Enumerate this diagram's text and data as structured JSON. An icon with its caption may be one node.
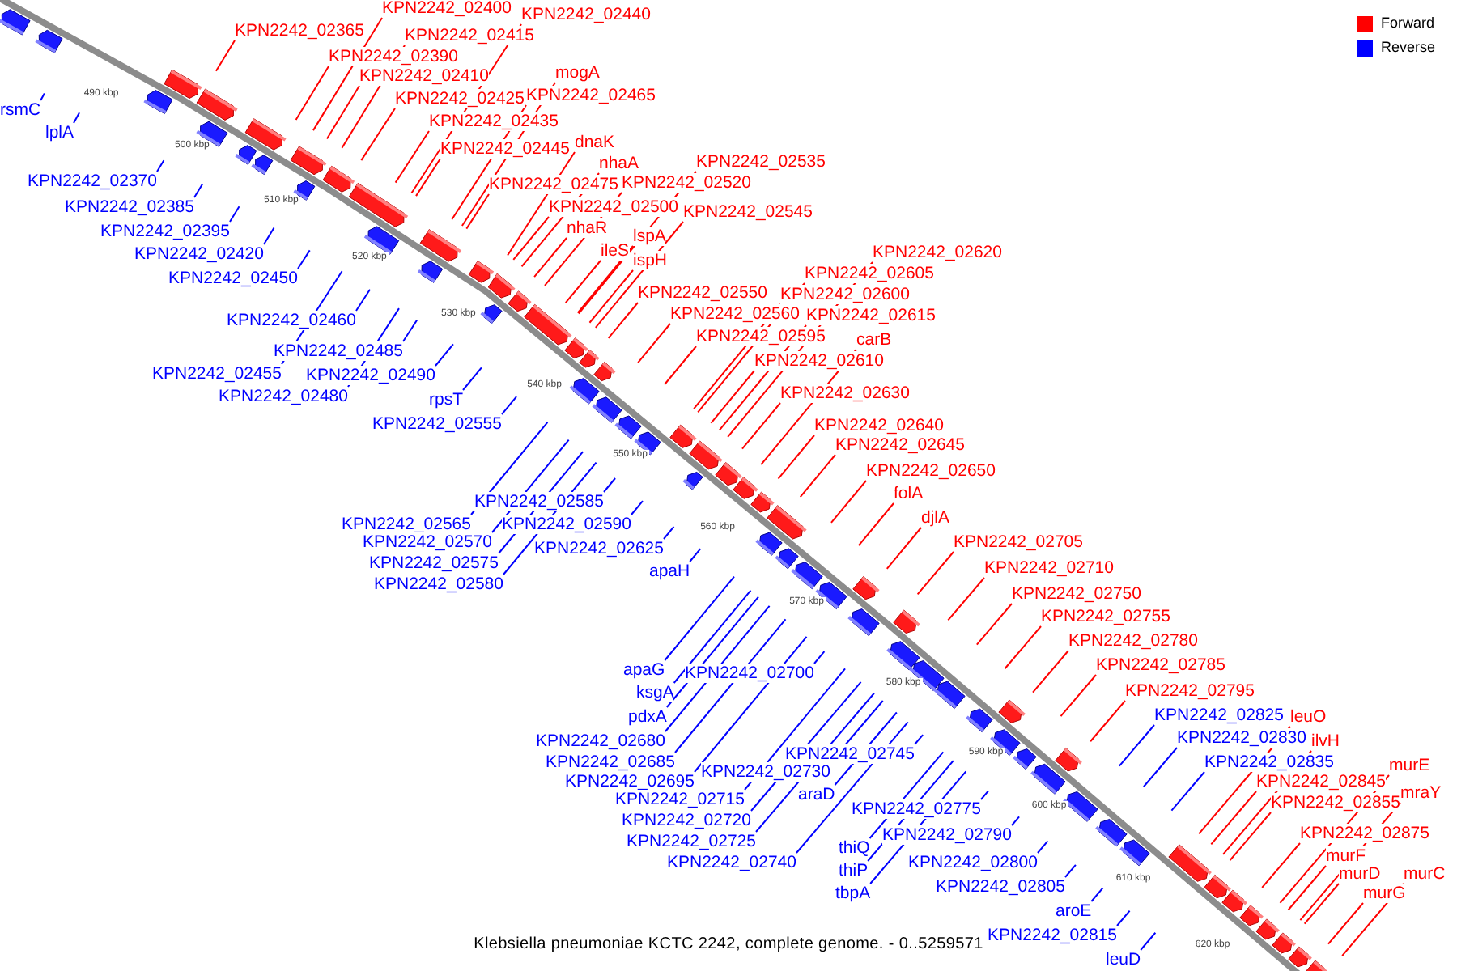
{
  "diagram": {
    "caption": "Klebsiella pneumoniae KCTC 2242, complete genome. - 0..5259571",
    "nodes": [
      {
        "text": [
          "KPN2242_02400"
        ]
      },
      {
        "text": [
          "KPN2242_02440"
        ]
      },
      {
        "text": [
          "KPN2242_02365"
        ]
      },
      {
        "text": [
          "KPN2242_02415"
        ]
      },
      {
        "text": [
          "KPN2242_02390"
        ]
      },
      {
        "text": [
          "KPN2242_02410"
        ]
      },
      {
        "text": [
          "mogA"
        ]
      },
      {
        "text": [
          "KPN2242_02425"
        ]
      },
      {
        "text": [
          "KPN2242_02465"
        ]
      },
      {
        "text": [
          "KPN2242_02435"
        ]
      },
      {
        "text": [
          "KPN2242_02445"
        ]
      },
      {
        "text": [
          "dnaK"
        ]
      },
      {
        "text": [
          "nhaA"
        ]
      },
      {
        "text": [
          "KPN2242_02475"
        ]
      },
      {
        "text": [
          "KPN2242_02520"
        ]
      },
      {
        "text": [
          "KPN2242_02535"
        ]
      },
      {
        "text": [
          "KPN2242_02500"
        ]
      },
      {
        "text": [
          "KPN2242_02545"
        ]
      },
      {
        "text": [
          "nhaR"
        ]
      },
      {
        "text": [
          "ileS"
        ]
      },
      {
        "text": [
          "lspA"
        ]
      },
      {
        "text": [
          "ispH"
        ]
      },
      {
        "text": [
          "KPN2242_02550"
        ]
      },
      {
        "text": [
          "KPN2242_02560"
        ]
      },
      {
        "text": [
          "KPN2242_02620"
        ]
      },
      {
        "text": [
          "KPN2242_02605"
        ]
      },
      {
        "text": [
          "KPN2242_02600"
        ]
      },
      {
        "text": [
          "KPN2242_02615"
        ]
      },
      {
        "text": [
          "KPN2242_02595"
        ]
      },
      {
        "text": [
          "carB"
        ]
      },
      {
        "text": [
          "KPN2242_02610"
        ]
      },
      {
        "text": [
          "KPN2242_02630"
        ]
      },
      {
        "text": [
          "KPN2242_02640"
        ]
      },
      {
        "text": [
          "KPN2242_02645"
        ]
      },
      {
        "text": [
          "KPN2242_02650"
        ]
      },
      {
        "text": [
          "folA"
        ]
      },
      {
        "text": [
          "djlA"
        ]
      },
      {
        "text": [
          "KPN2242_02705"
        ]
      },
      {
        "text": [
          "KPN2242_02710"
        ]
      },
      {
        "text": [
          "KPN2242_02750"
        ]
      },
      {
        "text": [
          "KPN2242_02755"
        ]
      },
      {
        "text": [
          "KPN2242_02780"
        ]
      },
      {
        "text": [
          "KPN2242_02785"
        ]
      },
      {
        "text": [
          "KPN2242_02795"
        ]
      },
      {
        "text": [
          "leuO"
        ]
      },
      {
        "text": [
          "ilvH"
        ]
      },
      {
        "text": [
          "murE"
        ]
      },
      {
        "text": [
          "KPN2242_02845"
        ]
      },
      {
        "text": [
          "mraY"
        ]
      },
      {
        "text": [
          "KPN2242_02855"
        ]
      },
      {
        "text": [
          "KPN2242_02875"
        ]
      },
      {
        "text": [
          "murF"
        ]
      },
      {
        "text": [
          "murD"
        ]
      },
      {
        "text": [
          "murC"
        ]
      },
      {
        "text": [
          "murG"
        ]
      },
      {
        "text": [
          "rsmC"
        ]
      },
      {
        "text": [
          "lplA"
        ]
      },
      {
        "text": [
          "KPN2242_02370"
        ]
      },
      {
        "text": [
          "KPN2242_02385"
        ]
      },
      {
        "text": [
          "KPN2242_02395"
        ]
      },
      {
        "text": [
          "KPN2242_02420"
        ]
      },
      {
        "text": [
          "KPN2242_02450"
        ]
      },
      {
        "text": [
          "KPN2242_02460"
        ]
      },
      {
        "text": [
          "KPN2242_02485"
        ]
      },
      {
        "text": [
          "KPN2242_02455"
        ]
      },
      {
        "text": [
          "KPN2242_02490"
        ]
      },
      {
        "text": [
          "KPN2242_02480"
        ]
      },
      {
        "text": [
          "rpsT"
        ]
      },
      {
        "text": [
          "KPN2242_02555"
        ]
      },
      {
        "text": [
          "KPN2242_02585"
        ]
      },
      {
        "text": [
          "KPN2242_02565"
        ]
      },
      {
        "text": [
          "KPN2242_02590"
        ]
      },
      {
        "text": [
          "KPN2242_02570"
        ]
      },
      {
        "text": [
          "KPN2242_02625"
        ]
      },
      {
        "text": [
          "KPN2242_02575"
        ]
      },
      {
        "text": [
          "KPN2242_02580"
        ]
      },
      {
        "text": [
          "apaH"
        ]
      },
      {
        "text": [
          "apaG"
        ]
      },
      {
        "text": [
          "KPN2242_02700"
        ]
      },
      {
        "text": [
          "ksgA"
        ]
      },
      {
        "text": [
          "pdxA"
        ]
      },
      {
        "text": [
          "KPN2242_02680"
        ]
      },
      {
        "text": [
          "KPN2242_02685"
        ]
      },
      {
        "text": [
          "KPN2242_02745"
        ]
      },
      {
        "text": [
          "KPN2242_02730"
        ]
      },
      {
        "text": [
          "KPN2242_02695"
        ]
      },
      {
        "text": [
          "araD"
        ]
      },
      {
        "text": [
          "KPN2242_02715"
        ]
      },
      {
        "text": [
          "KPN2242_02775"
        ]
      },
      {
        "text": [
          "KPN2242_02720"
        ]
      },
      {
        "text": [
          "KPN2242_02790"
        ]
      },
      {
        "text": [
          "KPN2242_02725"
        ]
      },
      {
        "text": [
          "thiQ"
        ]
      },
      {
        "text": [
          "KPN2242_02800"
        ]
      },
      {
        "text": [
          "KPN2242_02740"
        ]
      },
      {
        "text": [
          "thiP"
        ]
      },
      {
        "text": [
          "KPN2242_02805"
        ]
      },
      {
        "text": [
          "tbpA"
        ]
      },
      {
        "text": [
          "aroE"
        ]
      },
      {
        "text": [
          "KPN2242_02815"
        ]
      },
      {
        "text": [
          "leuD"
        ]
      },
      {
        "text": [
          "KPN2242_02825"
        ]
      },
      {
        "text": [
          "KPN2242_02830"
        ]
      },
      {
        "text": [
          "KPN2242_02835"
        ]
      }
    ],
    "edges": [
      {
        "from": 0,
        "to": null,
        "arrow": "none",
        "color": "#ff0000"
      },
      {
        "from": 1,
        "to": null,
        "arrow": "none",
        "color": "#ff0000"
      },
      {
        "from": 2,
        "to": null,
        "arrow": "none",
        "color": "#ff0000"
      },
      {
        "from": 3,
        "to": null,
        "arrow": "none",
        "color": "#ff0000"
      },
      {
        "from": 4,
        "to": null,
        "arrow": "none",
        "color": "#ff0000"
      },
      {
        "from": 5,
        "to": null,
        "arrow": "none",
        "color": "#ff0000"
      },
      {
        "from": 6,
        "to": null,
        "arrow": "none",
        "color": "#ff0000"
      },
      {
        "from": 7,
        "to": null,
        "arrow": "none",
        "color": "#ff0000"
      },
      {
        "from": 8,
        "to": null,
        "arrow": "none",
        "color": "#ff0000"
      },
      {
        "from": 9,
        "to": null,
        "arrow": "none",
        "color": "#ff0000"
      },
      {
        "from": 10,
        "to": null,
        "arrow": "none",
        "color": "#ff0000"
      },
      {
        "from": 11,
        "to": null,
        "arrow": "none",
        "color": "#ff0000"
      },
      {
        "from": 12,
        "to": null,
        "arrow": "none",
        "color": "#ff0000"
      },
      {
        "from": 13,
        "to": null,
        "arrow": "none",
        "color": "#ff0000"
      },
      {
        "from": 14,
        "to": null,
        "arrow": "none",
        "color": "#ff0000"
      },
      {
        "from": 15,
        "to": null,
        "arrow": "none",
        "color": "#ff0000"
      },
      {
        "from": 16,
        "to": null,
        "arrow": "none",
        "color": "#ff0000"
      },
      {
        "from": 17,
        "to": null,
        "arrow": "none",
        "color": "#ff0000"
      },
      {
        "from": 18,
        "to": null,
        "arrow": "none",
        "color": "#ff0000"
      },
      {
        "from": 19,
        "to": null,
        "arrow": "none",
        "color": "#ff0000"
      },
      {
        "from": 20,
        "to": null,
        "arrow": "none",
        "color": "#ff0000"
      },
      {
        "from": 21,
        "to": null,
        "arrow": "none",
        "color": "#ff0000"
      },
      {
        "from": 22,
        "to": null,
        "arrow": "none",
        "color": "#ff0000"
      },
      {
        "from": 23,
        "to": null,
        "arrow": "none",
        "color": "#ff0000"
      },
      {
        "from": 24,
        "to": null,
        "arrow": "none",
        "color": "#ff0000"
      },
      {
        "from": 25,
        "to": null,
        "arrow": "none",
        "color": "#ff0000"
      },
      {
        "from": 26,
        "to": null,
        "arrow": "none",
        "color": "#ff0000"
      },
      {
        "from": 27,
        "to": null,
        "arrow": "none",
        "color": "#ff0000"
      },
      {
        "from": 28,
        "to": null,
        "arrow": "none",
        "color": "#ff0000"
      },
      {
        "from": 29,
        "to": null,
        "arrow": "none",
        "color": "#ff0000"
      },
      {
        "from": 30,
        "to": null,
        "arrow": "none",
        "color": "#ff0000"
      },
      {
        "from": 31,
        "to": null,
        "arrow": "none",
        "color": "#ff0000"
      },
      {
        "from": 32,
        "to": null,
        "arrow": "none",
        "color": "#ff0000"
      },
      {
        "from": 33,
        "to": null,
        "arrow": "none",
        "color": "#ff0000"
      },
      {
        "from": 34,
        "to": null,
        "arrow": "none",
        "color": "#ff0000"
      },
      {
        "from": 35,
        "to": null,
        "arrow": "none",
        "color": "#ff0000"
      },
      {
        "from": 36,
        "to": null,
        "arrow": "none",
        "color": "#ff0000"
      },
      {
        "from": 37,
        "to": null,
        "arrow": "none",
        "color": "#ff0000"
      },
      {
        "from": 38,
        "to": null,
        "arrow": "none",
        "color": "#ff0000"
      },
      {
        "from": 39,
        "to": null,
        "arrow": "none",
        "color": "#ff0000"
      },
      {
        "from": 40,
        "to": null,
        "arrow": "none",
        "color": "#ff0000"
      },
      {
        "from": 41,
        "to": null,
        "arrow": "none",
        "color": "#ff0000"
      },
      {
        "from": 42,
        "to": null,
        "arrow": "none",
        "color": "#ff0000"
      },
      {
        "from": 43,
        "to": null,
        "arrow": "none",
        "color": "#ff0000"
      },
      {
        "from": 44,
        "to": null,
        "arrow": "none",
        "color": "#ff0000"
      },
      {
        "from": 45,
        "to": null,
        "arrow": "none",
        "color": "#ff0000"
      },
      {
        "from": 46,
        "to": null,
        "arrow": "none",
        "color": "#ff0000"
      },
      {
        "from": 47,
        "to": null,
        "arrow": "none",
        "color": "#ff0000"
      },
      {
        "from": 48,
        "to": null,
        "arrow": "none",
        "color": "#ff0000"
      },
      {
        "from": 49,
        "to": null,
        "arrow": "none",
        "color": "#ff0000"
      },
      {
        "from": 50,
        "to": null,
        "arrow": "none",
        "color": "#ff0000"
      },
      {
        "from": 51,
        "to": null,
        "arrow": "none",
        "color": "#ff0000"
      },
      {
        "from": 52,
        "to": null,
        "arrow": "none",
        "color": "#ff0000"
      },
      {
        "from": 53,
        "to": null,
        "arrow": "none",
        "color": "#ff0000"
      },
      {
        "from": 54,
        "to": null,
        "arrow": "none",
        "color": "#ff0000"
      },
      {
        "from": 55,
        "to": null,
        "arrow": "none",
        "color": "#0000ff"
      },
      {
        "from": 56,
        "to": null,
        "arrow": "none",
        "color": "#0000ff"
      },
      {
        "from": 57,
        "to": null,
        "arrow": "none",
        "color": "#0000ff"
      },
      {
        "from": 58,
        "to": null,
        "arrow": "none",
        "color": "#0000ff"
      },
      {
        "from": 59,
        "to": null,
        "arrow": "none",
        "color": "#0000ff"
      },
      {
        "from": 60,
        "to": null,
        "arrow": "none",
        "color": "#0000ff"
      },
      {
        "from": 61,
        "to": null,
        "arrow": "none",
        "color": "#0000ff"
      },
      {
        "from": 62,
        "to": null,
        "arrow": "none",
        "color": "#0000ff"
      },
      {
        "from": 63,
        "to": null,
        "arrow": "none",
        "color": "#0000ff"
      },
      {
        "from": 64,
        "to": null,
        "arrow": "none",
        "color": "#0000ff"
      },
      {
        "from": 65,
        "to": null,
        "arrow": "none",
        "color": "#0000ff"
      },
      {
        "from": 66,
        "to": null,
        "arrow": "none",
        "color": "#0000ff"
      },
      {
        "from": 67,
        "to": null,
        "arrow": "none",
        "color": "#0000ff"
      },
      {
        "from": 68,
        "to": null,
        "arrow": "none",
        "color": "#0000ff"
      },
      {
        "from": 69,
        "to": null,
        "arrow": "none",
        "color": "#0000ff"
      },
      {
        "from": 70,
        "to": null,
        "arrow": "none",
        "color": "#0000ff"
      },
      {
        "from": 71,
        "to": null,
        "arrow": "none",
        "color": "#0000ff"
      },
      {
        "from": 72,
        "to": null,
        "arrow": "none",
        "color": "#0000ff"
      },
      {
        "from": 73,
        "to": null,
        "arrow": "none",
        "color": "#0000ff"
      },
      {
        "from": 74,
        "to": null,
        "arrow": "none",
        "color": "#0000ff"
      },
      {
        "from": 75,
        "to": null,
        "arrow": "none",
        "color": "#0000ff"
      },
      {
        "from": 76,
        "to": null,
        "arrow": "none",
        "color": "#0000ff"
      },
      {
        "from": 77,
        "to": null,
        "arrow": "none",
        "color": "#0000ff"
      },
      {
        "from": 78,
        "to": null,
        "arrow": "none",
        "color": "#0000ff"
      },
      {
        "from": 79,
        "to": null,
        "arrow": "none",
        "color": "#0000ff"
      },
      {
        "from": 80,
        "to": null,
        "arrow": "none",
        "color": "#0000ff"
      },
      {
        "from": 81,
        "to": null,
        "arrow": "none",
        "color": "#0000ff"
      },
      {
        "from": 82,
        "to": null,
        "arrow": "none",
        "color": "#0000ff"
      },
      {
        "from": 83,
        "to": null,
        "arrow": "none",
        "color": "#0000ff"
      },
      {
        "from": 84,
        "to": null,
        "arrow": "none",
        "color": "#0000ff"
      },
      {
        "from": 85,
        "to": null,
        "arrow": "none",
        "color": "#0000ff"
      },
      {
        "from": 86,
        "to": null,
        "arrow": "none",
        "color": "#0000ff"
      },
      {
        "from": 87,
        "to": null,
        "arrow": "none",
        "color": "#0000ff"
      },
      {
        "from": 88,
        "to": null,
        "arrow": "none",
        "color": "#0000ff"
      },
      {
        "from": 89,
        "to": null,
        "arrow": "none",
        "color": "#0000ff"
      },
      {
        "from": 90,
        "to": null,
        "arrow": "none",
        "color": "#0000ff"
      },
      {
        "from": 91,
        "to": null,
        "arrow": "none",
        "color": "#0000ff"
      },
      {
        "from": 92,
        "to": null,
        "arrow": "none",
        "color": "#0000ff"
      },
      {
        "from": 93,
        "to": null,
        "arrow": "none",
        "color": "#0000ff"
      },
      {
        "from": 94,
        "to": null,
        "arrow": "none",
        "color": "#0000ff"
      },
      {
        "from": 95,
        "to": null,
        "arrow": "none",
        "color": "#0000ff"
      },
      {
        "from": 96,
        "to": null,
        "arrow": "none",
        "color": "#0000ff"
      },
      {
        "from": 97,
        "to": null,
        "arrow": "none",
        "color": "#0000ff"
      },
      {
        "from": 98,
        "to": null,
        "arrow": "none",
        "color": "#0000ff"
      },
      {
        "from": 99,
        "to": null,
        "arrow": "none",
        "color": "#0000ff"
      },
      {
        "from": 100,
        "to": null,
        "arrow": "none",
        "color": "#0000ff"
      },
      {
        "from": 101,
        "to": null,
        "arrow": "none",
        "color": "#0000ff"
      },
      {
        "from": 102,
        "to": null,
        "arrow": "none",
        "color": "#0000ff"
      },
      {
        "from": 103,
        "to": null,
        "arrow": "none",
        "color": "#0000ff"
      }
    ],
    "labels": [
      "490 kbp",
      "500 kbp",
      "510 kbp",
      "520 kbp",
      "530 kbp",
      "540 kbp",
      "550 kbp",
      "560 kbp",
      "570 kbp",
      "580 kbp",
      "590 kbp",
      "600 kbp",
      "610 kbp",
      "620 kbp"
    ],
    "legend": [
      {
        "text": "Forward",
        "color": "#ff0000"
      },
      {
        "text": "Reverse",
        "color": "#0000ff"
      }
    ]
  }
}
